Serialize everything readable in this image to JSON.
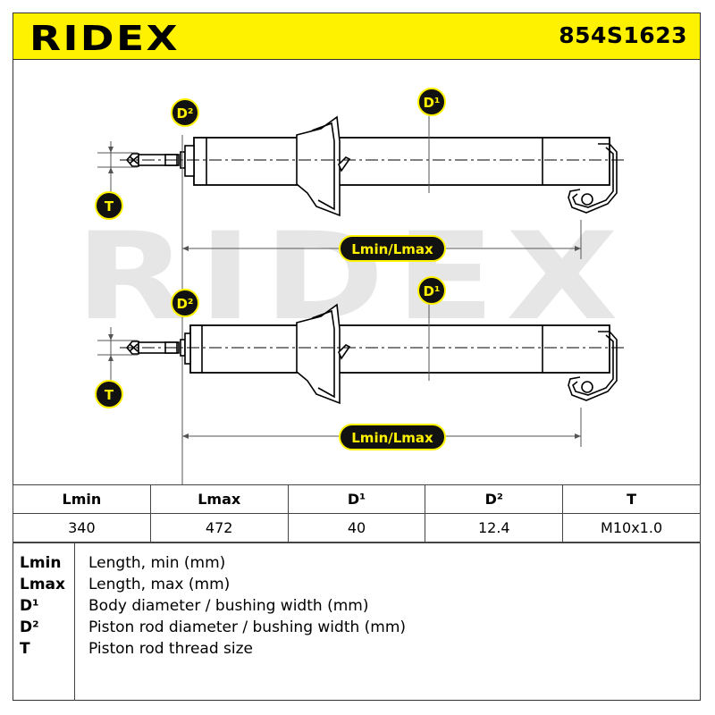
{
  "header": {
    "brand": "RIDEX",
    "part_number": "854S1623",
    "background_color": "#fef200"
  },
  "diagram": {
    "labels": {
      "d1": "D¹",
      "d2": "D²",
      "t": "T",
      "length": "Lmin/Lmax"
    },
    "watermark": "RIDEX"
  },
  "specs_table": {
    "headers": [
      "Lmin",
      "Lmax",
      "D¹",
      "D²",
      "T"
    ],
    "values": [
      "340",
      "472",
      "40",
      "12.4",
      "M10x1.0"
    ]
  },
  "legend": [
    {
      "key": "Lmin",
      "desc": "Length, min (mm)"
    },
    {
      "key": "Lmax",
      "desc": "Length, max (mm)"
    },
    {
      "key": "D¹",
      "desc": "Body diameter / bushing width (mm)"
    },
    {
      "key": "D²",
      "desc": "Piston rod diameter / bushing width (mm)"
    },
    {
      "key": "T",
      "desc": "Piston rod thread size"
    }
  ]
}
